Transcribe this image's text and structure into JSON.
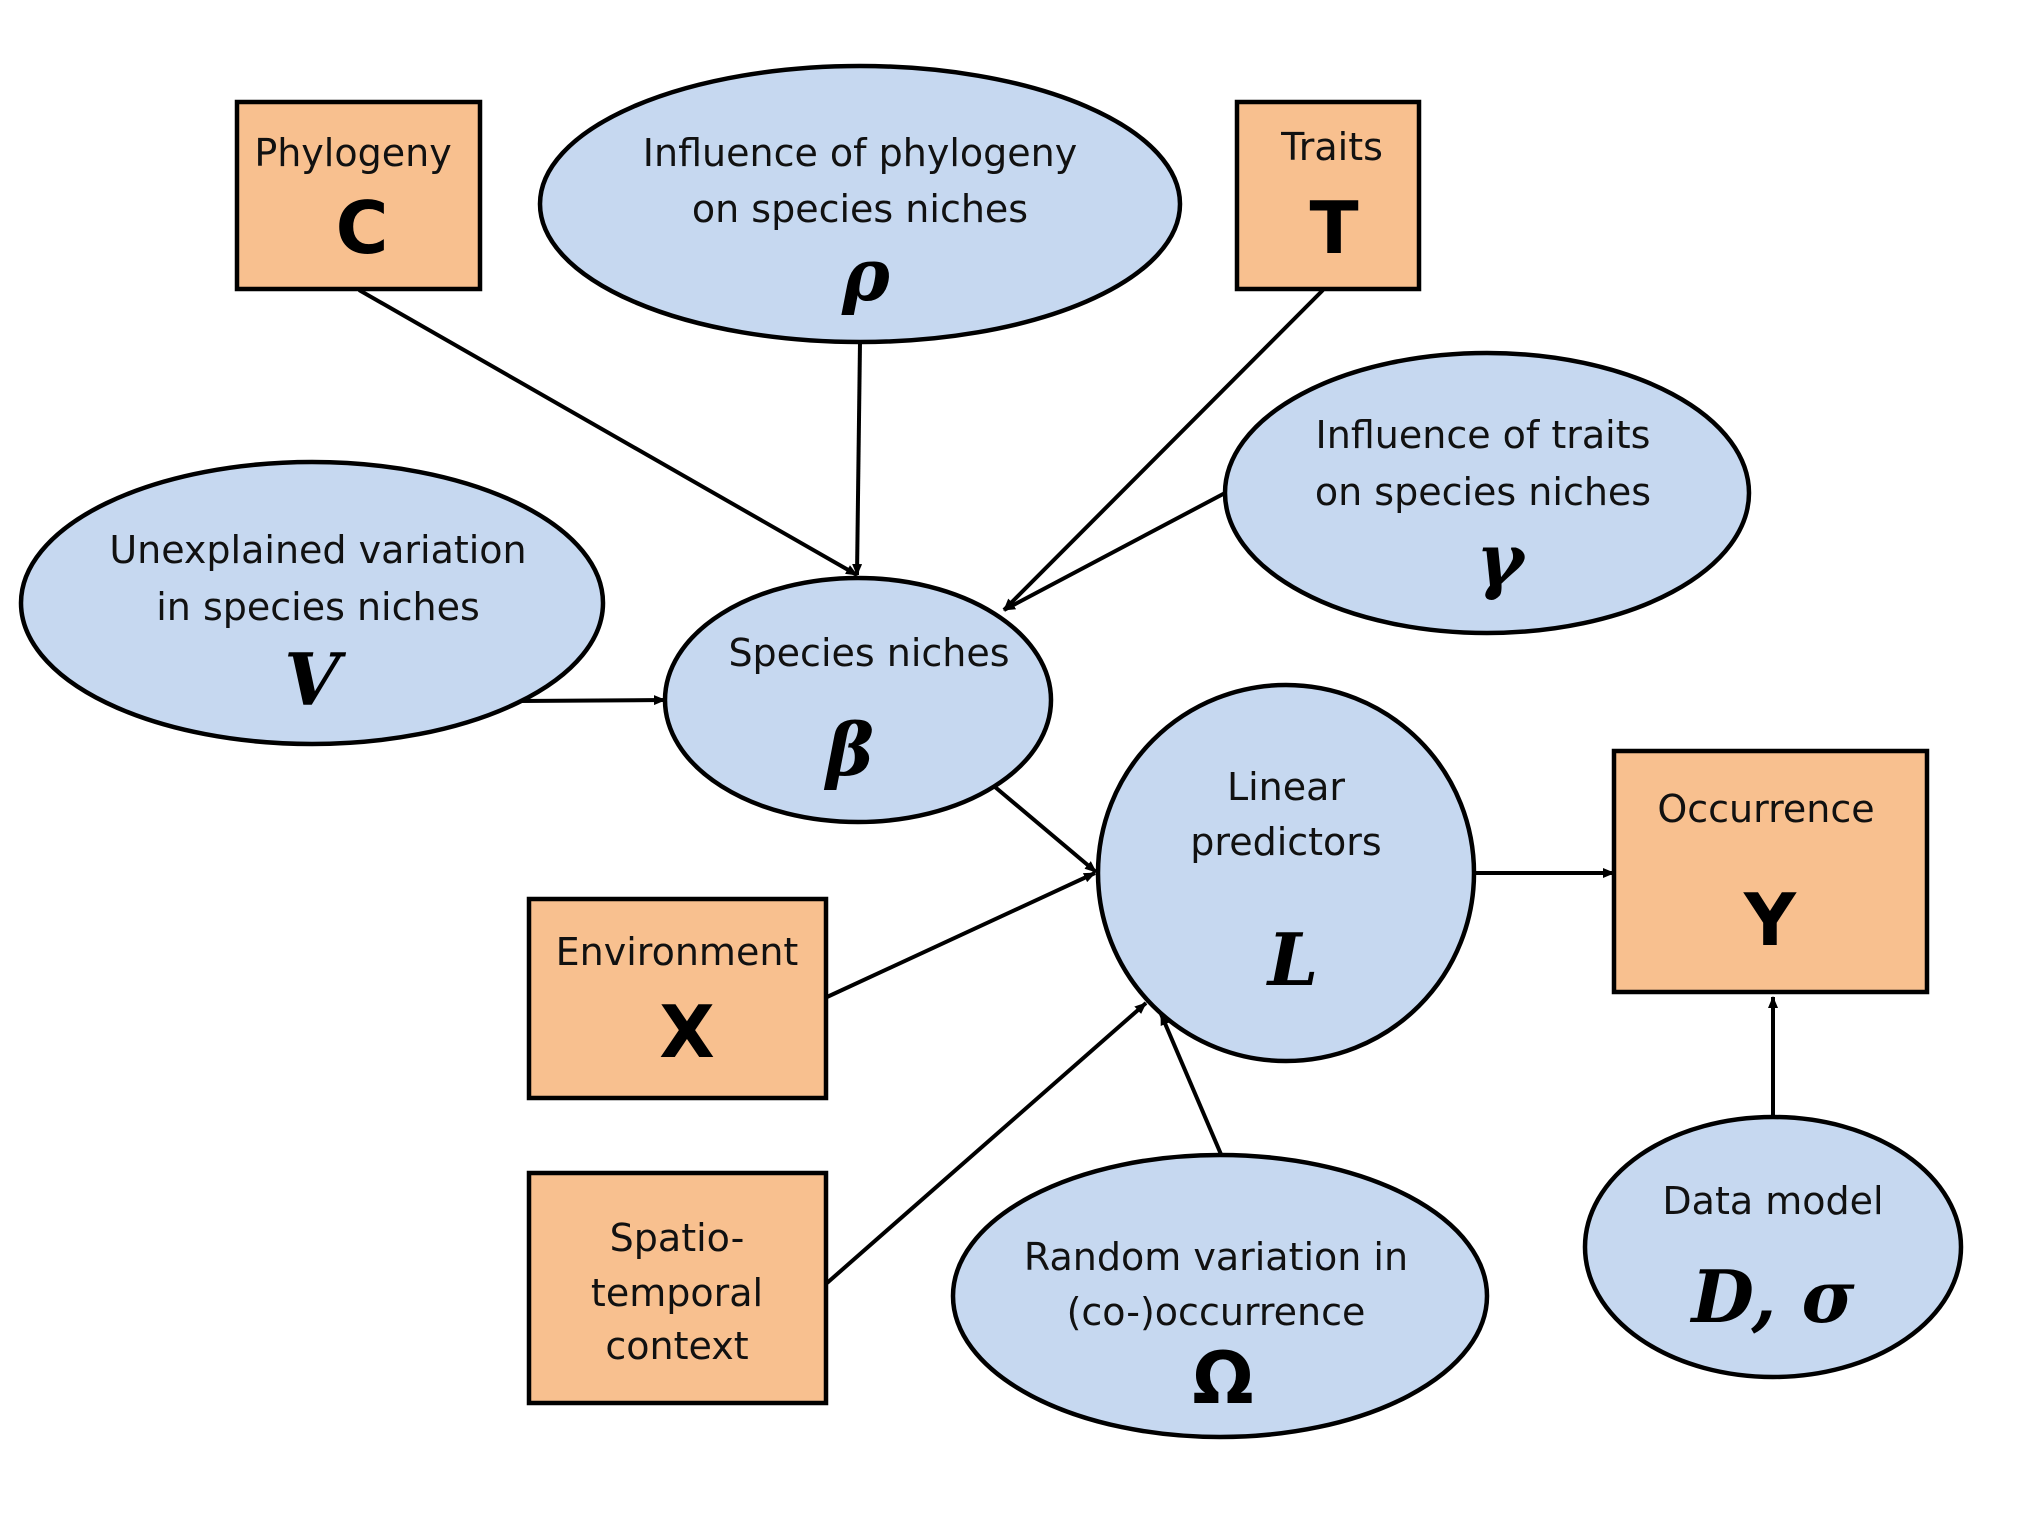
{
  "colors": {
    "observed_fill": "#F8C08F",
    "latent_fill": "#C6D8F0",
    "stroke": "#000000"
  },
  "nodes": {
    "phylogeny": {
      "label": "Phylogeny",
      "symbol": "C"
    },
    "phylogeny_influence": {
      "label_line1": "Influence of phylogeny",
      "label_line2": "on species niches",
      "symbol": "ρ"
    },
    "traits": {
      "label": "Traits",
      "symbol": "T"
    },
    "traits_influence": {
      "label_line1": "Influence of traits",
      "label_line2": "on species niches",
      "symbol": "γ"
    },
    "unexplained_variation": {
      "label_line1": "Unexplained variation",
      "label_line2": "in species niches",
      "symbol": "V"
    },
    "species_niches": {
      "label": "Species niches",
      "symbol": "β"
    },
    "linear_predictors": {
      "label_line1": "Linear",
      "label_line2": "predictors",
      "symbol": "L"
    },
    "occurrence": {
      "label": "Occurrence",
      "symbol": "Y"
    },
    "environment": {
      "label": "Environment",
      "symbol": "X"
    },
    "spatiotemporal_context": {
      "label_line1": "Spatio-",
      "label_line2": "temporal",
      "label_line3": "context"
    },
    "random_variation": {
      "label_line1": "Random variation in",
      "label_line2": "(co-)occurrence",
      "symbol": "Ω"
    },
    "data_model": {
      "label": "Data model",
      "symbol": "D, σ"
    }
  },
  "edges": [
    {
      "from": "phylogeny",
      "to": "species_niches"
    },
    {
      "from": "phylogeny_influence",
      "to": "species_niches"
    },
    {
      "from": "traits",
      "to": "species_niches"
    },
    {
      "from": "traits_influence",
      "to": "species_niches"
    },
    {
      "from": "unexplained_variation",
      "to": "species_niches"
    },
    {
      "from": "species_niches",
      "to": "linear_predictors"
    },
    {
      "from": "environment",
      "to": "linear_predictors"
    },
    {
      "from": "spatiotemporal_context",
      "to": "linear_predictors"
    },
    {
      "from": "random_variation",
      "to": "linear_predictors"
    },
    {
      "from": "linear_predictors",
      "to": "occurrence"
    },
    {
      "from": "data_model",
      "to": "occurrence"
    }
  ]
}
